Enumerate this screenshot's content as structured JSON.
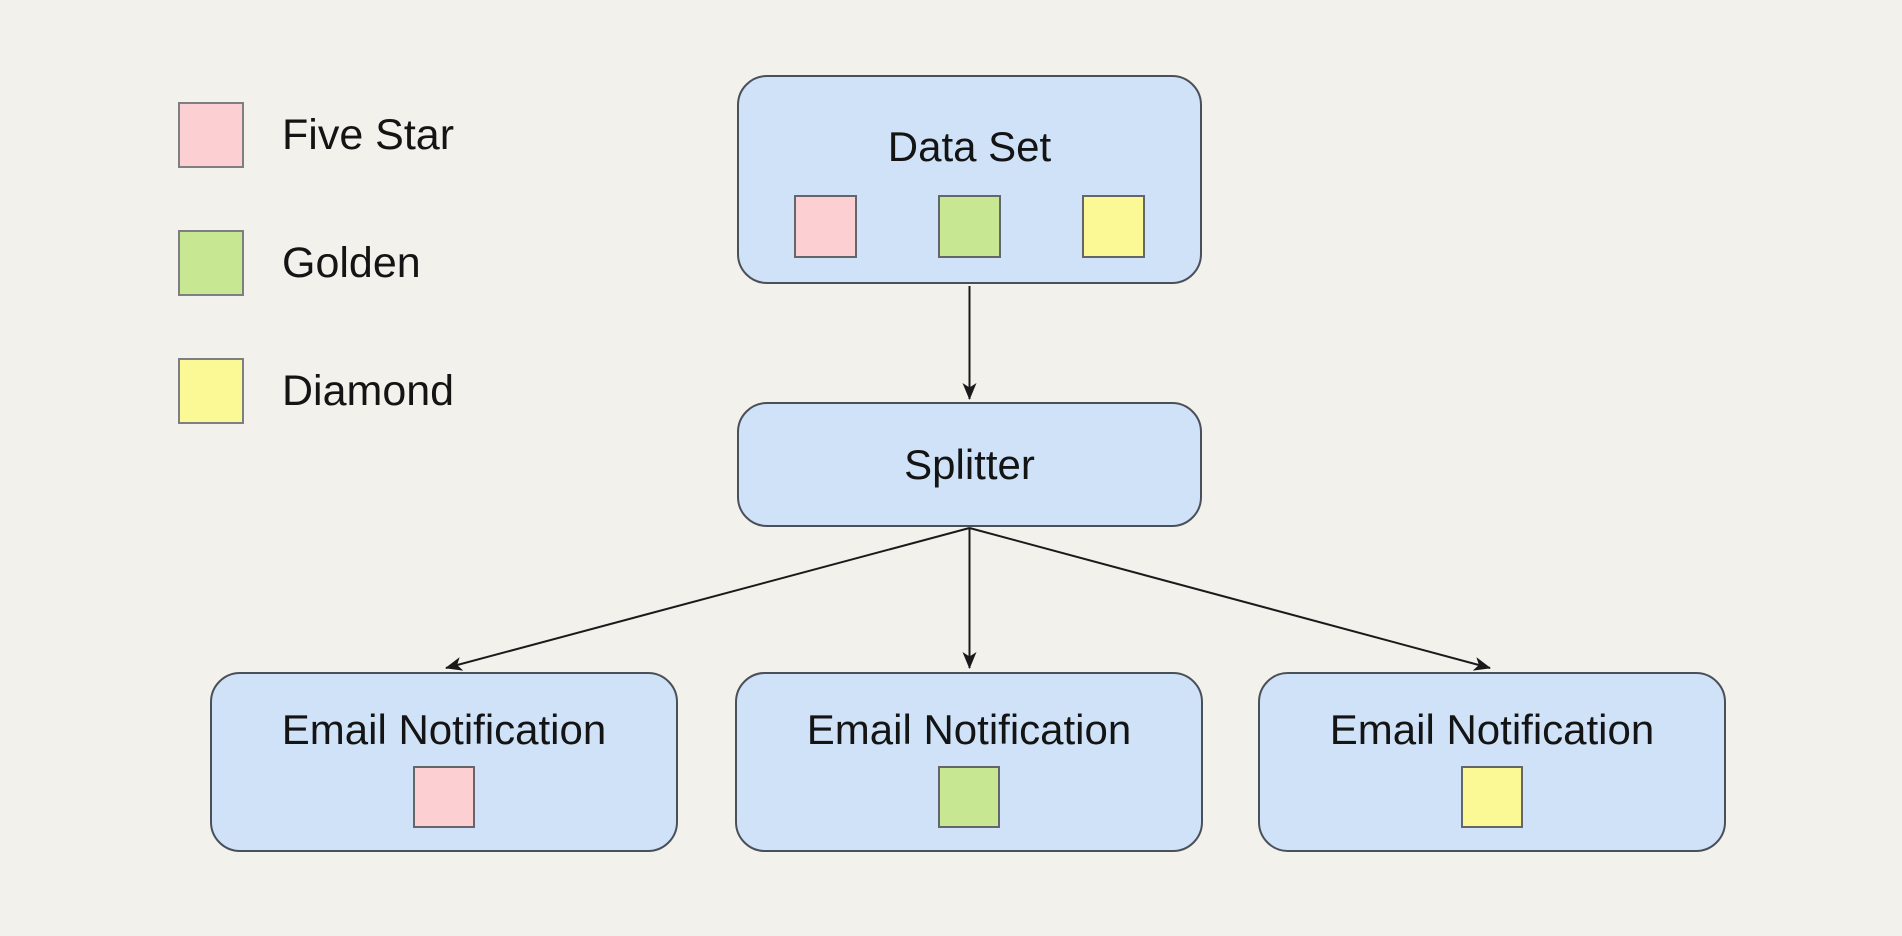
{
  "canvas": {
    "background_color": "#f3f1ec"
  },
  "styles": {
    "node_fill": "#cfe2f8",
    "node_border": "#4a5059",
    "edge_color": "#1a1a1a",
    "five_star_color": "#fccfd3",
    "golden_color": "#c8e792",
    "diamond_color": "#fbf996"
  },
  "legend": {
    "items": [
      {
        "label": "Five Star",
        "color": "#fccfd3"
      },
      {
        "label": "Golden",
        "color": "#c8e792"
      },
      {
        "label": "Diamond",
        "color": "#fbf996"
      }
    ]
  },
  "nodes": {
    "data_set": {
      "label": "Data Set",
      "swatch_colors": [
        "#fccfd3",
        "#c8e792",
        "#fbf996"
      ]
    },
    "splitter": {
      "label": "Splitter"
    },
    "email_notifications": [
      {
        "label": "Email Notification",
        "swatch_color": "#fccfd3"
      },
      {
        "label": "Email Notification",
        "swatch_color": "#c8e792"
      },
      {
        "label": "Email Notification",
        "swatch_color": "#fbf996"
      }
    ]
  },
  "edges": [
    {
      "from": "data-set",
      "to": "splitter"
    },
    {
      "from": "splitter",
      "to": "email-notification-1"
    },
    {
      "from": "splitter",
      "to": "email-notification-2"
    },
    {
      "from": "splitter",
      "to": "email-notification-3"
    }
  ]
}
